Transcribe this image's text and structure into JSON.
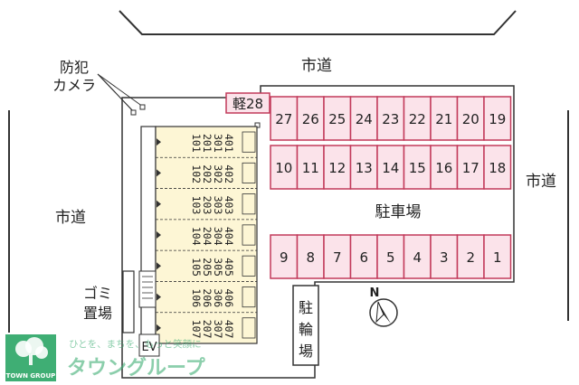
{
  "roads": {
    "top": "市道",
    "left": "市道",
    "right": "市道"
  },
  "labels": {
    "camera_line1": "防犯",
    "camera_line2": "カメラ",
    "parking": "駐車場",
    "bicycle_chars": [
      "駐",
      "輪",
      "場"
    ],
    "garbage_line1": "ゴミ",
    "garbage_line2": "置場",
    "ev": "EV",
    "kei_space": "軽28",
    "north": "N"
  },
  "parking_rows": {
    "top": [
      "27",
      "26",
      "25",
      "24",
      "23",
      "22",
      "21",
      "20",
      "19"
    ],
    "middle": [
      "10",
      "11",
      "12",
      "13",
      "14",
      "15",
      "16",
      "17",
      "18"
    ],
    "bottom": [
      "9",
      "8",
      "7",
      "6",
      "5",
      "4",
      "3",
      "2",
      "1"
    ]
  },
  "building": {
    "floors": [
      [
        "401",
        "402",
        "403",
        "404",
        "405",
        "406",
        "407"
      ],
      [
        "301",
        "302",
        "303",
        "304",
        "305",
        "306",
        "307"
      ],
      [
        "201",
        "202",
        "203",
        "204",
        "205",
        "206",
        "207"
      ],
      [
        "101",
        "102",
        "103",
        "104",
        "105",
        "106",
        "107"
      ]
    ]
  },
  "logo": {
    "tagline": "ひとを、まちを、もっと笑顔に",
    "brand_en": "TOWN GROUP",
    "brand_jp": "タウングループ"
  },
  "colors": {
    "parking_fill": "#fbe3ea",
    "parking_stroke": "#c23a5a",
    "building_fill": "#fdf6d5",
    "logo_green": "#3fae74"
  }
}
